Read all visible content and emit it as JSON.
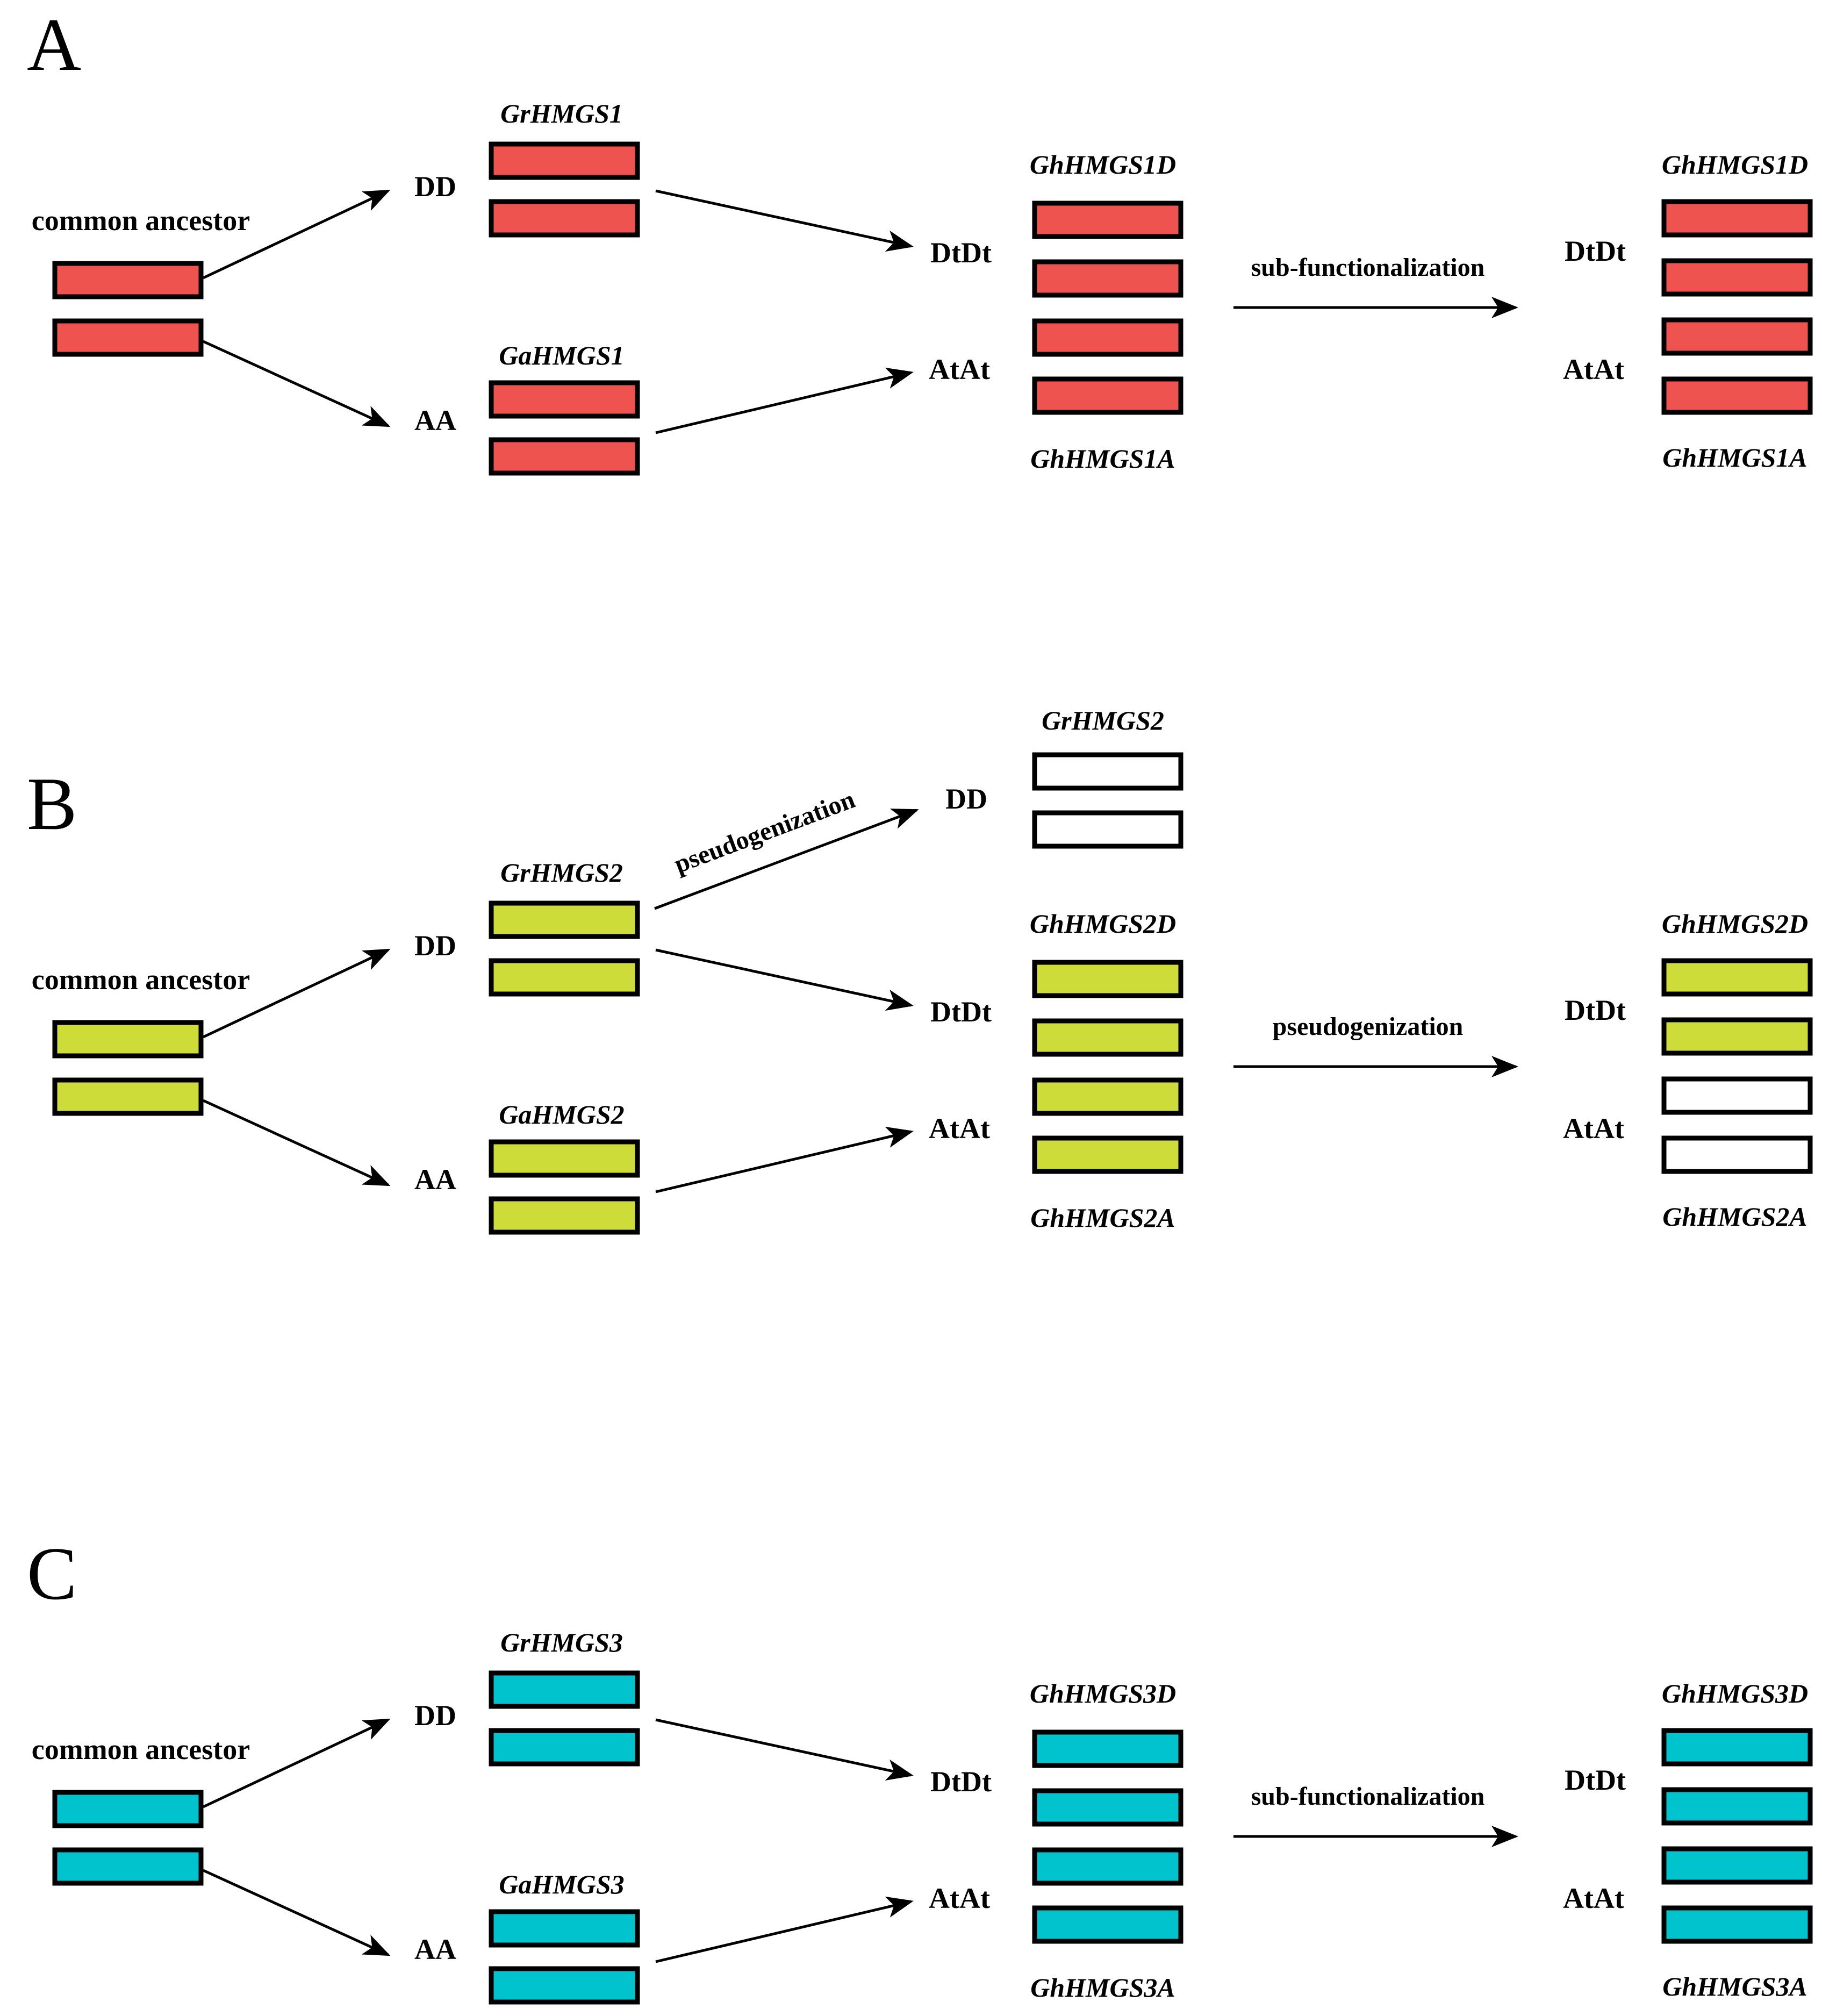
{
  "colors": {
    "A": "#ef5350",
    "B": "#cddc39",
    "C": "#00c3cd",
    "empty": "#ffffff",
    "stroke": "#000000"
  },
  "panels": [
    {
      "id": "A",
      "letter": "A",
      "fill": "A",
      "common_ancestor": "common ancestor",
      "dd": "DD",
      "aa": "AA",
      "gr_gene": "GrHMGS1",
      "ga_gene": "GaHMGS1",
      "dtdt1": "DtDt",
      "atat1": "AtAt",
      "gh_d1": "GhHMGS1D",
      "gh_a1": "GhHMGS1A",
      "process": "sub-functionalization",
      "dtdt2": "DtDt",
      "atat2": "AtAt",
      "gh_d2": "GhHMGS1D",
      "gh_a2": "GhHMGS1A",
      "final_fills": [
        "A",
        "A",
        "A",
        "A"
      ]
    },
    {
      "id": "B",
      "letter": "B",
      "fill": "B",
      "common_ancestor": "common ancestor",
      "dd": "DD",
      "aa": "AA",
      "gr_gene": "GrHMGS2",
      "ga_gene": "GaHMGS2",
      "dtdt1": "DtDt",
      "atat1": "AtAt",
      "gh_d1": "GhHMGS2D",
      "gh_a1": "GhHMGS2A",
      "process": "pseudogenization",
      "dtdt2": "DtDt",
      "atat2": "AtAt",
      "gh_d2": "GhHMGS2D",
      "gh_a2": "GhHMGS2A",
      "final_fills": [
        "B",
        "B",
        "empty",
        "empty"
      ],
      "extra": {
        "pseudo_label": "pseudogenization",
        "dd2": "DD",
        "gr_gene2": "GrHMGS2"
      }
    },
    {
      "id": "C",
      "letter": "C",
      "fill": "C",
      "common_ancestor": "common ancestor",
      "dd": "DD",
      "aa": "AA",
      "gr_gene": "GrHMGS3",
      "ga_gene": "GaHMGS3",
      "dtdt1": "DtDt",
      "atat1": "AtAt",
      "gh_d1": "GhHMGS3D",
      "gh_a1": "GhHMGS3A",
      "process": "sub-functionalization",
      "dtdt2": "DtDt",
      "atat2": "AtAt",
      "gh_d2": "GhHMGS3D",
      "gh_a2": "GhHMGS3A",
      "final_fills": [
        "C",
        "C",
        "C",
        "C"
      ]
    }
  ]
}
